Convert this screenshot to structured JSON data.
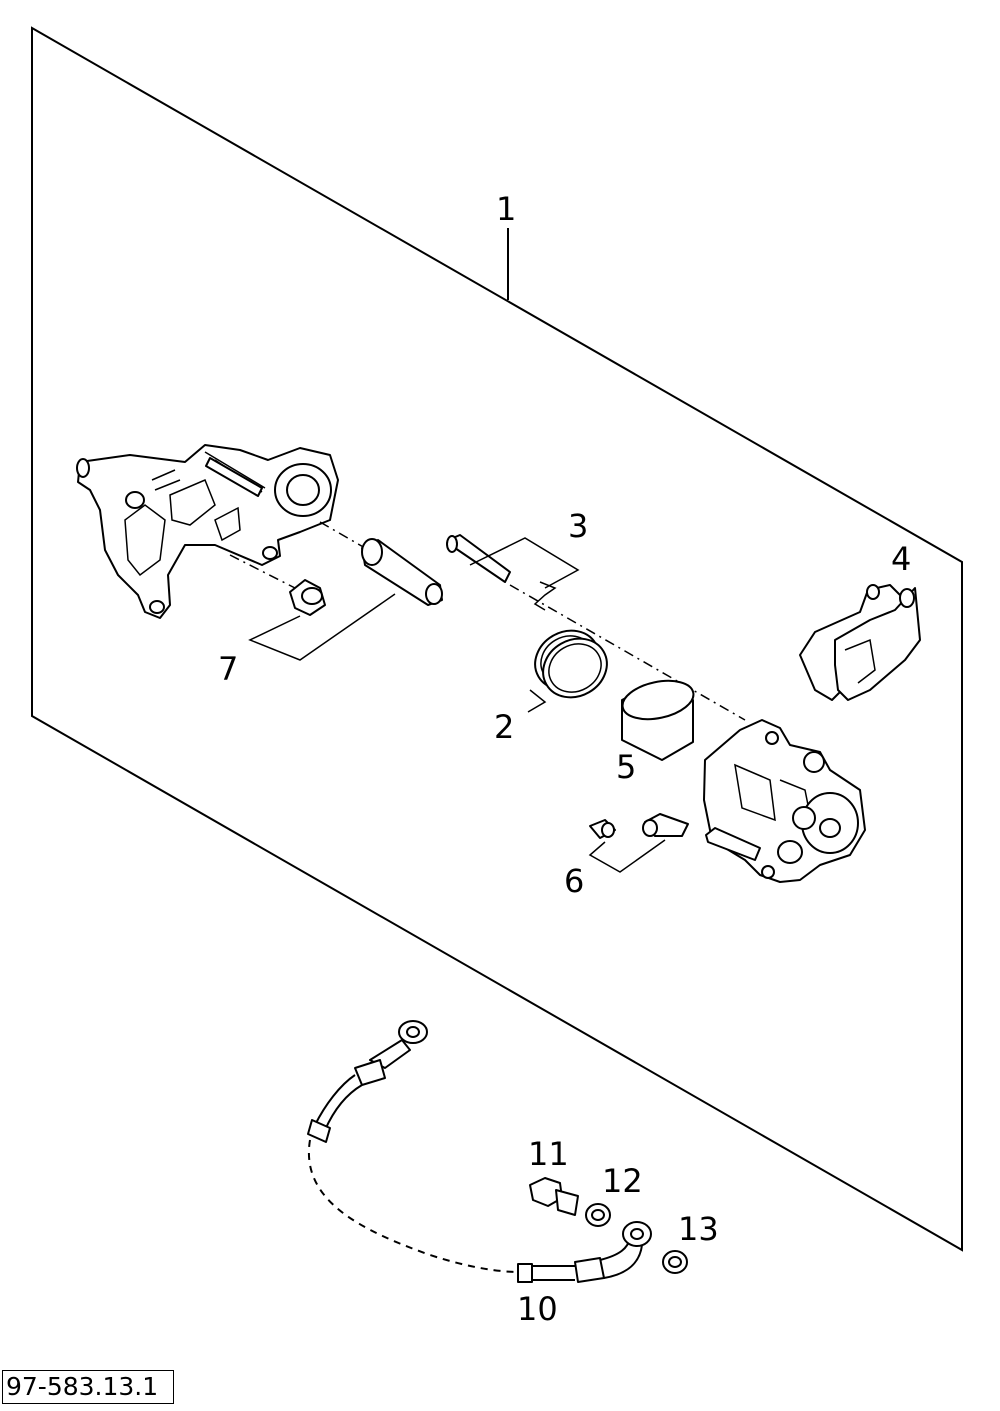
{
  "reference_code": "97-583.13.1",
  "callouts": [
    {
      "id": "1",
      "label": "1"
    },
    {
      "id": "2",
      "label": "2"
    },
    {
      "id": "3",
      "label": "3"
    },
    {
      "id": "4",
      "label": "4"
    },
    {
      "id": "5",
      "label": "5"
    },
    {
      "id": "6",
      "label": "6"
    },
    {
      "id": "7",
      "label": "7"
    },
    {
      "id": "10",
      "label": "10"
    },
    {
      "id": "11",
      "label": "11"
    },
    {
      "id": "12",
      "label": "12"
    },
    {
      "id": "13",
      "label": "13"
    }
  ]
}
